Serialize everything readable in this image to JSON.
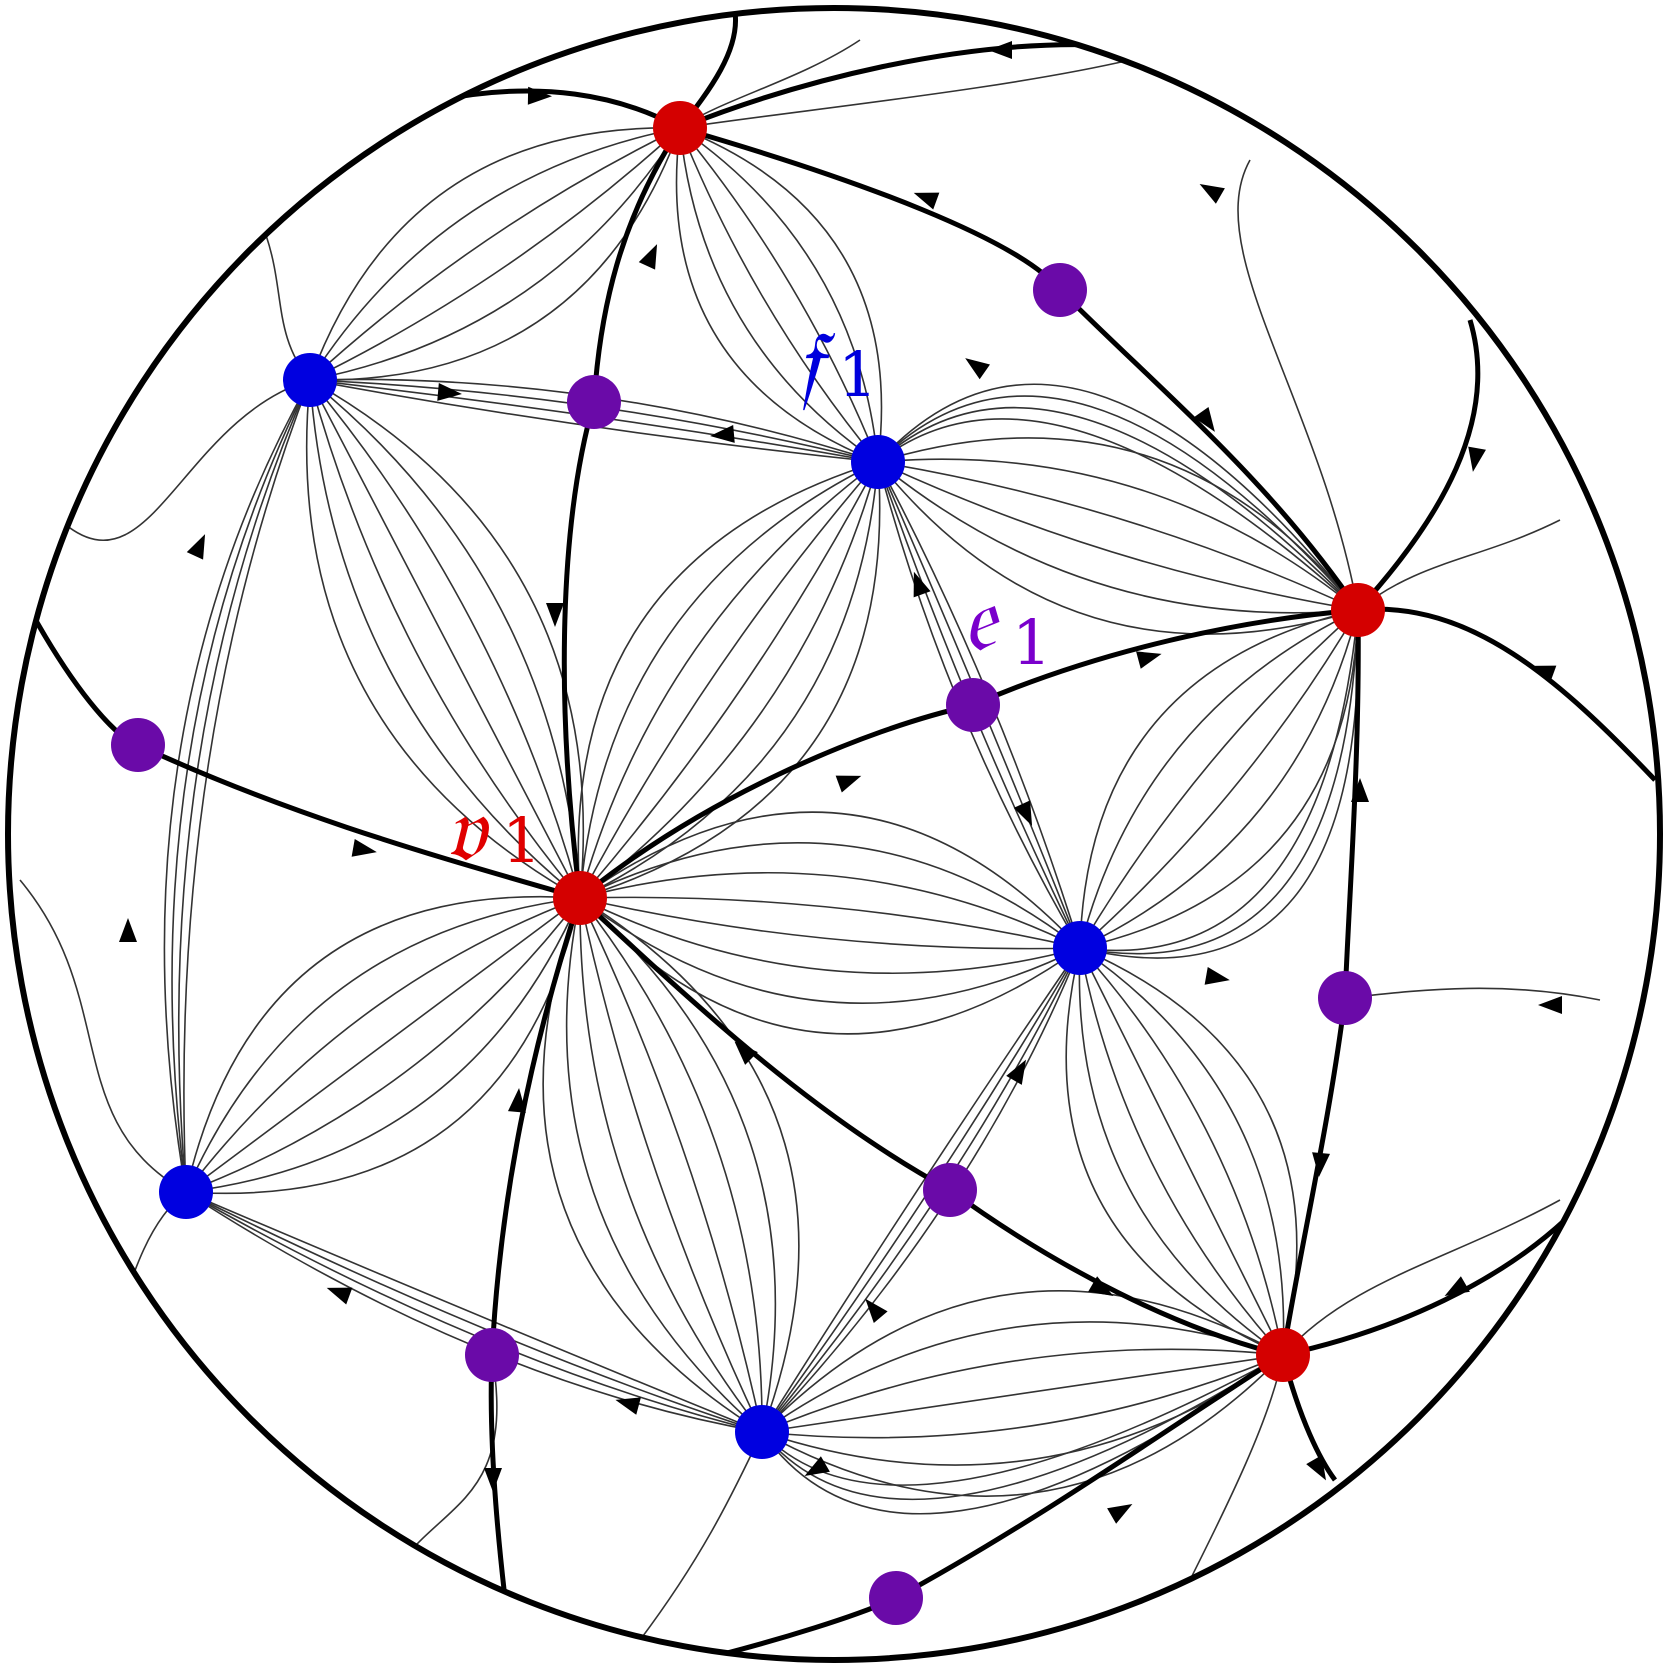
{
  "labels": {
    "v1": {
      "letter": "𝔳",
      "sub": "1",
      "color": "#e00000"
    },
    "f1": {
      "letter": "𝔣",
      "sub": "1",
      "color": "#0000dd"
    },
    "e1": {
      "letter": "𝔢",
      "sub": "1",
      "color": "#7a00cc"
    }
  },
  "colors": {
    "vertex": "#d40000",
    "face": "#0000e0",
    "edge": "#6a0aa8",
    "flow": "#000000"
  }
}
